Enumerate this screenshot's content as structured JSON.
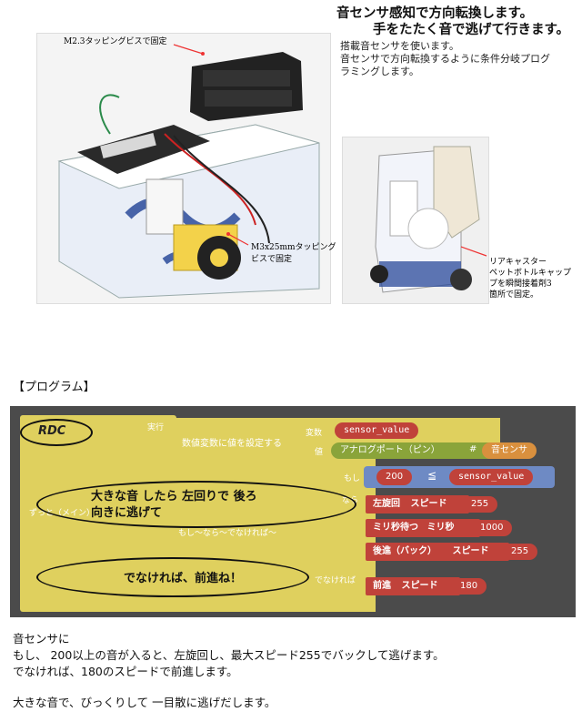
{
  "header": {
    "title_line1": "音センサ感知で方向転換します。",
    "title_line2": "手をたたく音で逃げて行きます。",
    "desc_line1": "搭載音センサを使います。",
    "desc_line2": "音センサで方向転換するように条件分岐プログ",
    "desc_line3": "ラミングします。"
  },
  "photo_main": {
    "callout_top": "M2.3タッピングビスで固定",
    "callout_bottom_1": "M3x25mmタッピング",
    "callout_bottom_2": "ビスで固定"
  },
  "photo_rear": {
    "callout_1": "リアキャスター",
    "callout_2": "ペットボトルキャップ",
    "callout_3": "プを瞬間接着剤3",
    "callout_4": "箇所で固定。"
  },
  "section_title": "【プログラム】",
  "program": {
    "rdc_label": "RDC",
    "exec_label": "実行",
    "forever_label": "ずっと（メイン）",
    "set_var_label": "数値変数に値を設定する",
    "var_label": "変数",
    "value_label": "値",
    "var_name": "sensor_value",
    "analog_port": "アナログポート（ピン）",
    "hash": "#",
    "sensor": "音センサ",
    "if_label": "もし",
    "then_label": "なら",
    "else_label": "でなければ",
    "threshold": "200",
    "compare": "≦",
    "compare_var": "sensor_value",
    "if_else_label": "もし〜なら〜でなければ〜",
    "left_turn": "左旋回",
    "left_speed_label": "スピード",
    "left_speed": "255",
    "wait": "ミリ秒待つ",
    "ms_label": "ミリ秒",
    "wait_value": "1000",
    "back": "後進（バック）",
    "back_speed_label": "スピード",
    "back_speed": "255",
    "forward": "前進",
    "forward_speed_label": "スピード",
    "forward_speed": "180",
    "note_top_1": "大きな音 したら 左回りで 後ろ",
    "note_top_2": "向きに逃げて",
    "note_bottom": "でなければ、前進ね！"
  },
  "bottom": {
    "line1": "音センサに",
    "line2": "もし、 200以上の音が入ると、左旋回し、最大スピード255でバックして逃げます。",
    "line3": "でなければ、180のスピードで前進します。",
    "line4": "大きな音で、びっくりして 一目散に逃げだします。"
  },
  "colors": {
    "block_yellow": "#dfd05e",
    "block_red": "#c0423a",
    "block_orange": "#d9903e",
    "pill_blue": "#6e8ac4",
    "pill_green": "#8aa43a",
    "program_bg": "#4b4b4b"
  }
}
